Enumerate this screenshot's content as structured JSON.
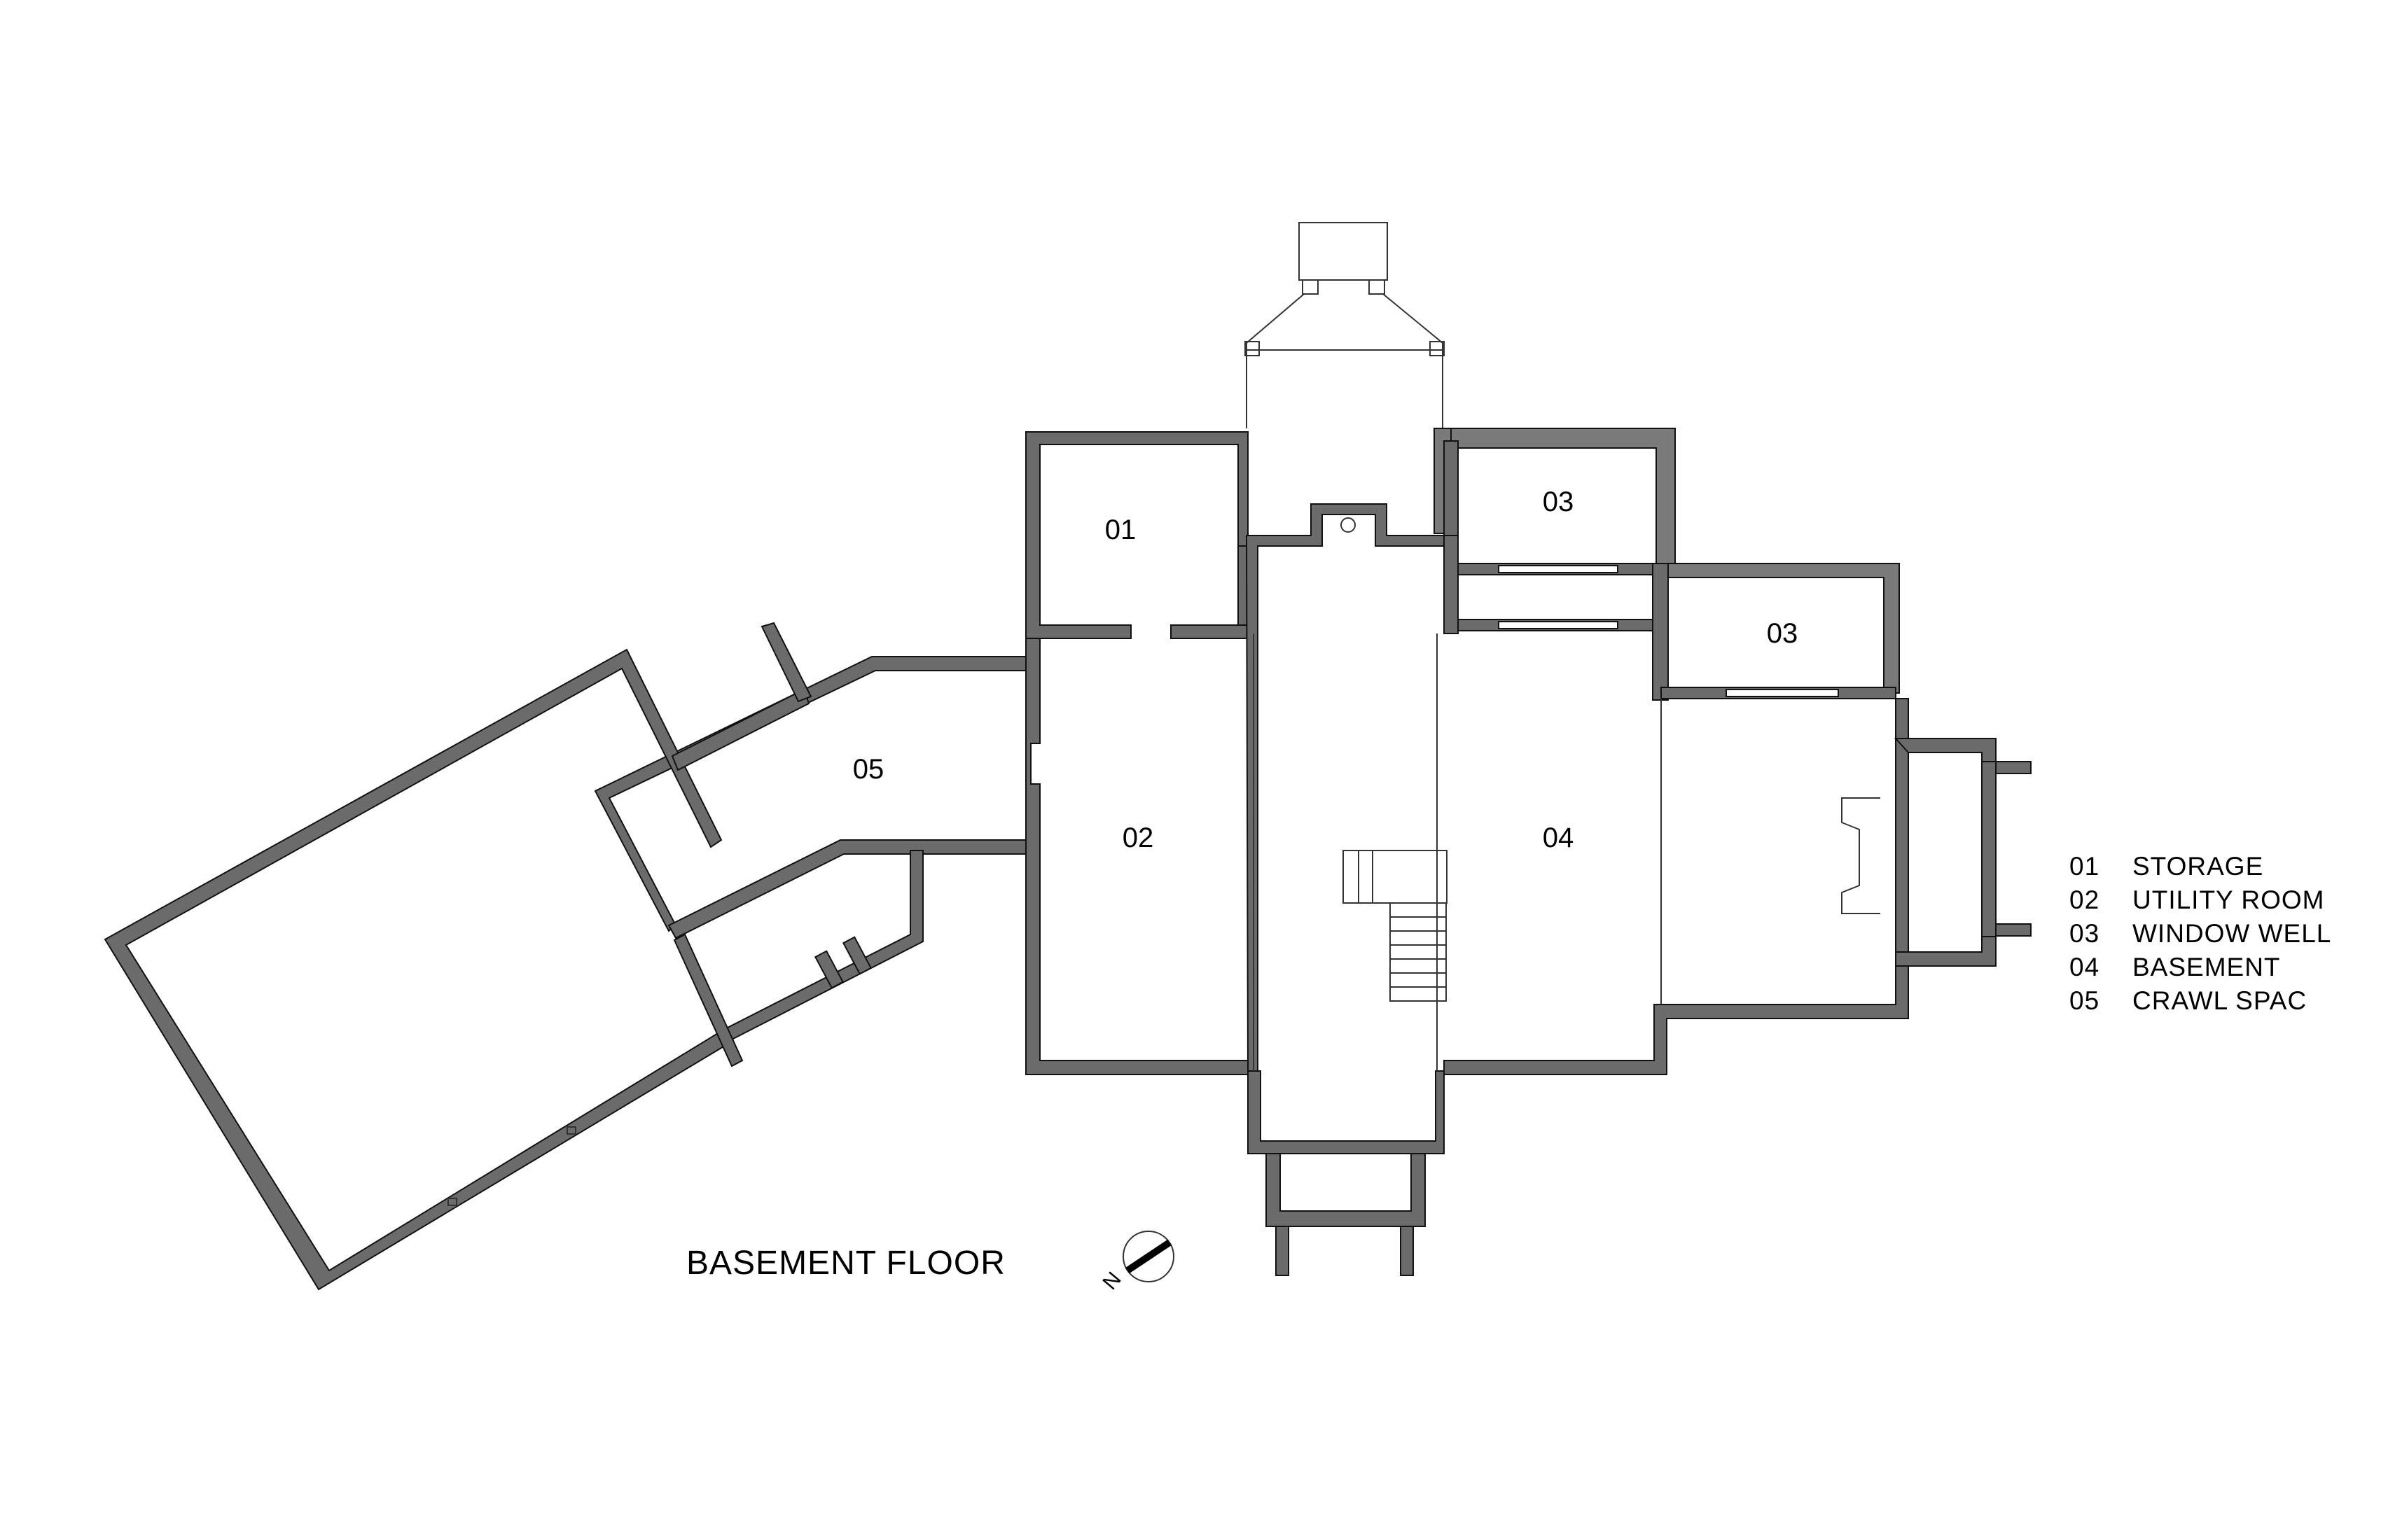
{
  "title": "BASEMENT FLOOR",
  "rooms": [
    {
      "code": "01"
    },
    {
      "code": "02"
    },
    {
      "code": "03"
    },
    {
      "code": "03"
    },
    {
      "code": "04"
    },
    {
      "code": "05"
    }
  ],
  "legend": [
    {
      "code": "01",
      "name": "STORAGE"
    },
    {
      "code": "02",
      "name": "UTILITY ROOM"
    },
    {
      "code": "03",
      "name": "WINDOW WELL"
    },
    {
      "code": "04",
      "name": "BASEMENT"
    },
    {
      "code": "05",
      "name": "CRAWL SPAC"
    }
  ],
  "north_arrow": {
    "label": "N",
    "icon": "north-arrow-icon"
  },
  "colors": {
    "wall": "#6b6b6b",
    "line": "#111111",
    "background": "#ffffff"
  }
}
